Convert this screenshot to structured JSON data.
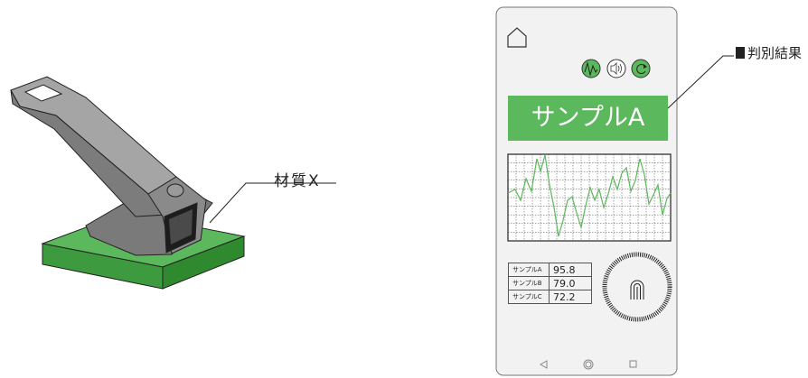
{
  "diagram": {
    "material_label": "材質X",
    "result_label": "判別結果"
  },
  "phone": {
    "result_text": "サンプルA",
    "toolbar_icons": [
      "waveform-icon",
      "speaker-icon",
      "refresh-icon"
    ],
    "scores": [
      {
        "name": "サンプルA",
        "value": "95.8"
      },
      {
        "name": "サンプルB",
        "value": "79.0"
      },
      {
        "name": "サンプルC",
        "value": "72.2"
      }
    ],
    "nav_icons": [
      "back-icon",
      "home-circle-icon",
      "recents-icon"
    ]
  },
  "colors": {
    "accent_green": "#5cb85c",
    "board_green": "#4caf50",
    "device_gray": "#8a8a8a"
  }
}
